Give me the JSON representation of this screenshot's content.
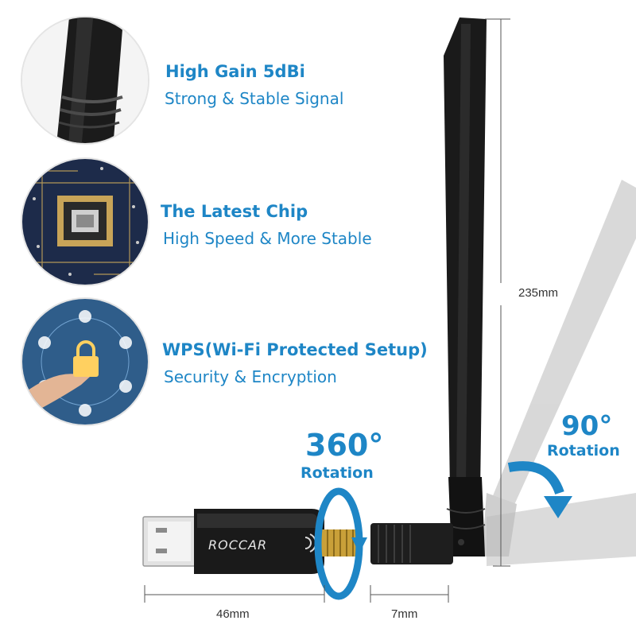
{
  "colors": {
    "accent": "#1e86c6",
    "antenna": "#1a1a1a",
    "ghost_antenna": "#b9b9b9",
    "dimension_line": "#555555"
  },
  "features": [
    {
      "title": "High Gain 5dBi",
      "subtitle": "Strong & Stable Signal",
      "icon": "antenna-closeup-photo"
    },
    {
      "title": "The Latest Chip",
      "subtitle": "High Speed & More Stable",
      "icon": "circuit-chip-photo"
    },
    {
      "title": "WPS(Wi-Fi Protected Setup)",
      "subtitle": "Security & Encryption",
      "icon": "security-lock-photo"
    }
  ],
  "rotation_360": {
    "angle": "360°",
    "label": "Rotation"
  },
  "rotation_90": {
    "angle": "90°",
    "label": "Rotation"
  },
  "dimensions": {
    "height": "235mm",
    "body_length": "46mm",
    "connector_length": "7mm"
  },
  "product": {
    "brand": "ROCCAR"
  }
}
